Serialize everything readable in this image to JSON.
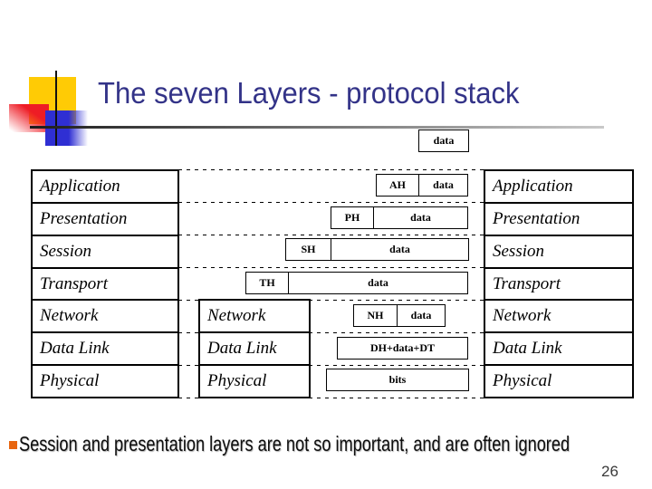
{
  "slide": {
    "title": "The seven Layers - protocol stack",
    "page_number": "26"
  },
  "top_box": {
    "label": "data"
  },
  "left_stack": {
    "rows": [
      "Application",
      "Presentation",
      "Session",
      "Transport",
      "Network",
      "Data Link",
      "Physical"
    ]
  },
  "right_stack": {
    "rows": [
      "Application",
      "Presentation",
      "Session",
      "Transport",
      "Network",
      "Data Link",
      "Physical"
    ]
  },
  "middle_stack": {
    "rows": [
      "Network",
      "Data Link",
      "Physical"
    ]
  },
  "encapsulation": {
    "ah": {
      "header": "AH",
      "body": "data"
    },
    "ph": {
      "header": "PH",
      "body": "data"
    },
    "sh": {
      "header": "SH",
      "body": "data"
    },
    "th": {
      "header": "TH",
      "body": "data"
    },
    "nh": {
      "header": "NH",
      "body": "data"
    },
    "dh": {
      "label": "DH+data+DT"
    },
    "bits": {
      "label": "bits"
    }
  },
  "footer": {
    "note": "Session and presentation layers are not so important, and are often ignored"
  },
  "colors": {
    "title_text": "#333388",
    "bullet": "#e8650f",
    "deco_yellow": "#ffcb05",
    "deco_red": "#ee1c25",
    "deco_blue": "#2f2fd3",
    "diagram_line": "#000000"
  }
}
